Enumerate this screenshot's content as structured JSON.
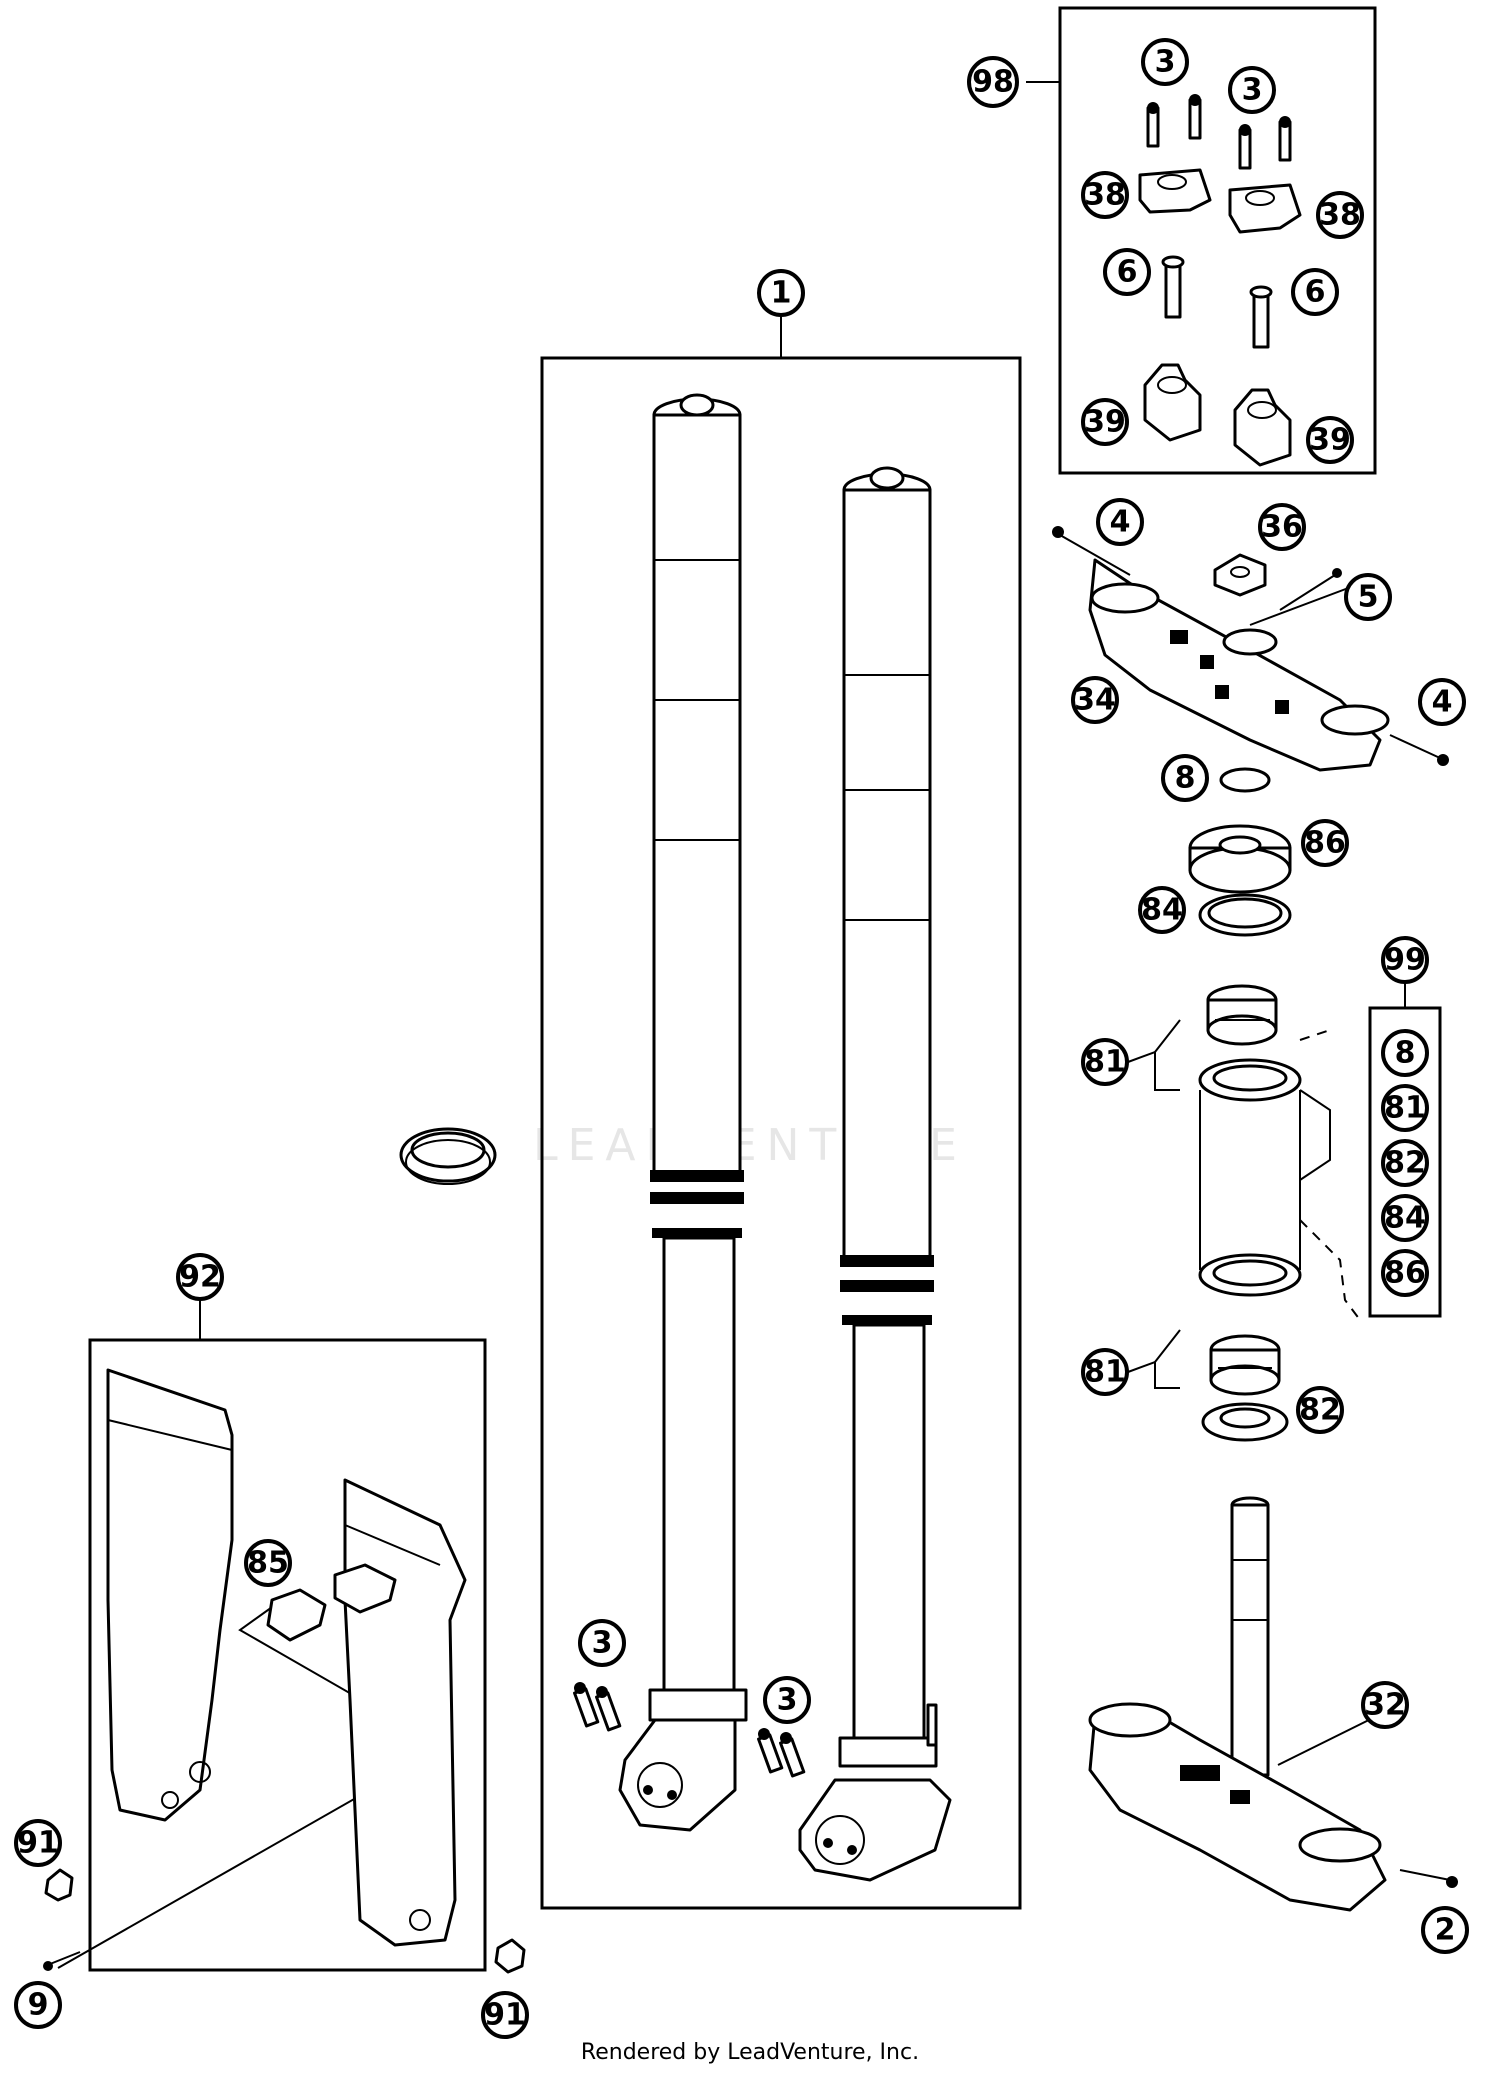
{
  "callouts": [
    {
      "label": "98"
    },
    {
      "label": "3"
    },
    {
      "label": "3"
    },
    {
      "label": "38"
    },
    {
      "label": "38"
    },
    {
      "label": "6"
    },
    {
      "label": "6"
    },
    {
      "label": "39"
    },
    {
      "label": "39"
    },
    {
      "label": "1"
    },
    {
      "label": "4"
    },
    {
      "label": "36"
    },
    {
      "label": "5"
    },
    {
      "label": "34"
    },
    {
      "label": "4"
    },
    {
      "label": "8"
    },
    {
      "label": "86"
    },
    {
      "label": "84"
    },
    {
      "label": "99"
    },
    {
      "label": "8"
    },
    {
      "label": "81"
    },
    {
      "label": "81"
    },
    {
      "label": "82"
    },
    {
      "label": "84"
    },
    {
      "label": "86"
    },
    {
      "label": "81"
    },
    {
      "label": "82"
    },
    {
      "label": "92"
    },
    {
      "label": "85"
    },
    {
      "label": "3"
    },
    {
      "label": "3"
    },
    {
      "label": "32"
    },
    {
      "label": "91"
    },
    {
      "label": "2"
    },
    {
      "label": "9"
    },
    {
      "label": "91"
    }
  ],
  "watermark": "LEADVENTURE",
  "footer": "Rendered by LeadVenture, Inc."
}
